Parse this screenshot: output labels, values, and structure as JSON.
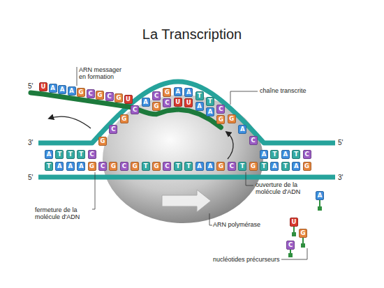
{
  "diagram": {
    "title": "La Transcription",
    "nodes": [
      {
        "text": [
          "G"
        ]
      },
      {
        "text": [
          "C"
        ]
      },
      {
        "text": [
          "G"
        ]
      },
      {
        "text": [
          "C"
        ]
      },
      {
        "text": [
          "A"
        ]
      },
      {
        "text": [
          "C"
        ]
      },
      {
        "text": [
          "G"
        ]
      },
      {
        "text": [
          "A"
        ]
      },
      {
        "text": [
          "A"
        ]
      },
      {
        "text": [
          "T"
        ]
      },
      {
        "text": [
          "T"
        ]
      },
      {
        "text": [
          "C"
        ]
      },
      {
        "text": [
          "G"
        ]
      },
      {
        "text": [
          "A"
        ]
      },
      {
        "text": [
          "C"
        ]
      },
      {
        "text": [
          "U"
        ]
      },
      {
        "text": [
          "A"
        ]
      },
      {
        "text": [
          "A"
        ]
      },
      {
        "text": [
          "A"
        ]
      },
      {
        "text": [
          "G"
        ]
      },
      {
        "text": [
          "C"
        ]
      },
      {
        "text": [
          "G"
        ]
      },
      {
        "text": [
          "C"
        ]
      },
      {
        "text": [
          "G"
        ]
      },
      {
        "text": [
          "U"
        ]
      },
      {
        "text": [
          "G"
        ]
      },
      {
        "text": [
          "C"
        ]
      },
      {
        "text": [
          "U"
        ]
      },
      {
        "text": [
          "U"
        ]
      },
      {
        "text": [
          "A"
        ]
      },
      {
        "text": [
          "A"
        ]
      },
      {
        "text": [
          "G"
        ]
      },
      {
        "text": [
          "A"
        ]
      },
      {
        "text": [
          "T"
        ]
      },
      {
        "text": [
          "T"
        ]
      },
      {
        "text": [
          "T"
        ]
      },
      {
        "text": [
          "C"
        ]
      },
      {
        "text": [
          "A"
        ]
      },
      {
        "text": [
          "T"
        ]
      },
      {
        "text": [
          "A"
        ]
      },
      {
        "text": [
          "T"
        ]
      },
      {
        "text": [
          "C"
        ]
      },
      {
        "text": [
          "T"
        ]
      },
      {
        "text": [
          "A"
        ]
      },
      {
        "text": [
          "A"
        ]
      },
      {
        "text": [
          "A"
        ]
      },
      {
        "text": [
          "G"
        ]
      },
      {
        "text": [
          "C"
        ]
      },
      {
        "text": [
          "G"
        ]
      },
      {
        "text": [
          "C"
        ]
      },
      {
        "text": [
          "G"
        ]
      },
      {
        "text": [
          "T"
        ]
      },
      {
        "text": [
          "G"
        ]
      },
      {
        "text": [
          "C"
        ]
      },
      {
        "text": [
          "T"
        ]
      },
      {
        "text": [
          "T"
        ]
      },
      {
        "text": [
          "A"
        ]
      },
      {
        "text": [
          "A"
        ]
      },
      {
        "text": [
          "G"
        ]
      },
      {
        "text": [
          "C"
        ]
      },
      {
        "text": [
          "T"
        ]
      },
      {
        "text": [
          "G"
        ]
      },
      {
        "text": [
          "T"
        ]
      },
      {
        "text": [
          "A"
        ]
      },
      {
        "text": [
          "T"
        ]
      },
      {
        "text": [
          "A"
        ]
      },
      {
        "text": [
          "G"
        ]
      },
      {
        "text": [
          "A"
        ]
      },
      {
        "text": [
          "U"
        ]
      },
      {
        "text": [
          "G"
        ]
      },
      {
        "text": [
          "C"
        ]
      }
    ],
    "labels": [
      "ARN messager en formation",
      "5'",
      "chaîne transcrite",
      "3'",
      "5'",
      "5'",
      "3'",
      "ouverture de la molécule d'ADN",
      "fermeture de la molécule d'ADN",
      "ARN polymérase",
      "nucléotides précurseurs"
    ]
  }
}
